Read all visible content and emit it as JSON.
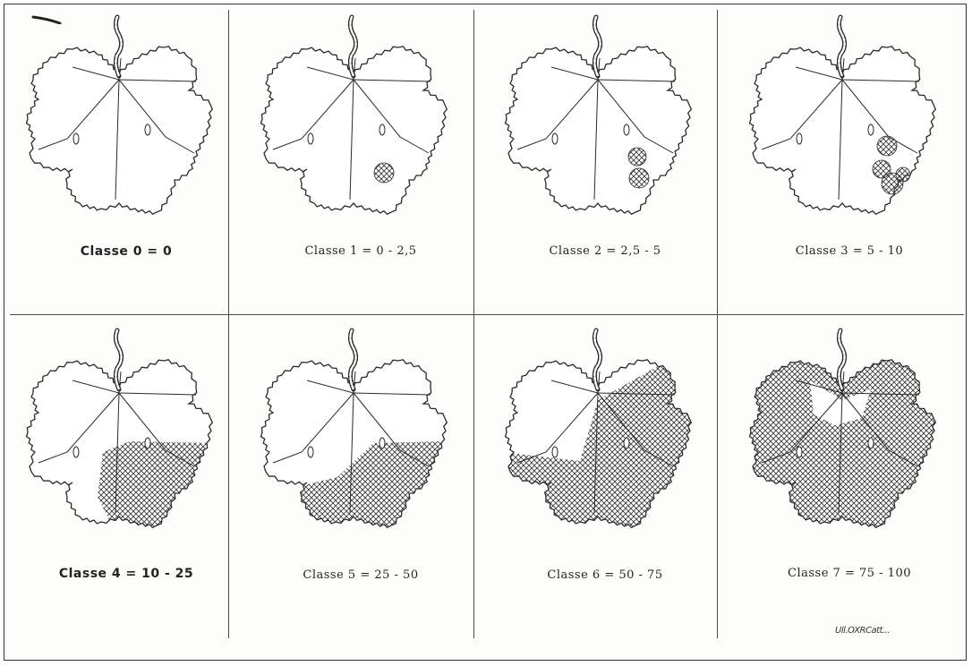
{
  "panels": [
    {
      "caption": "Classe 0 = 0",
      "bold": true
    },
    {
      "caption": "Classe 1 = 0 - 2,5",
      "bold": false
    },
    {
      "caption": "Classe 2 = 2,5 - 5",
      "bold": false
    },
    {
      "caption": "Classe 3 = 5 - 10",
      "bold": false
    },
    {
      "caption": "Classe 4 = 10 - 25",
      "bold": true
    },
    {
      "caption": "Classe 5 = 25 - 50",
      "bold": false
    },
    {
      "caption": "Classe 6 = 50 - 75",
      "bold": false
    },
    {
      "caption": "Classe 7 = 75 - 100",
      "bold": false
    }
  ],
  "signature": "Ull.OXRCatt...",
  "colors": {
    "ink": "#2a2a2a",
    "paper": "#fdfdfb",
    "hatch": "#3a3a3a"
  }
}
